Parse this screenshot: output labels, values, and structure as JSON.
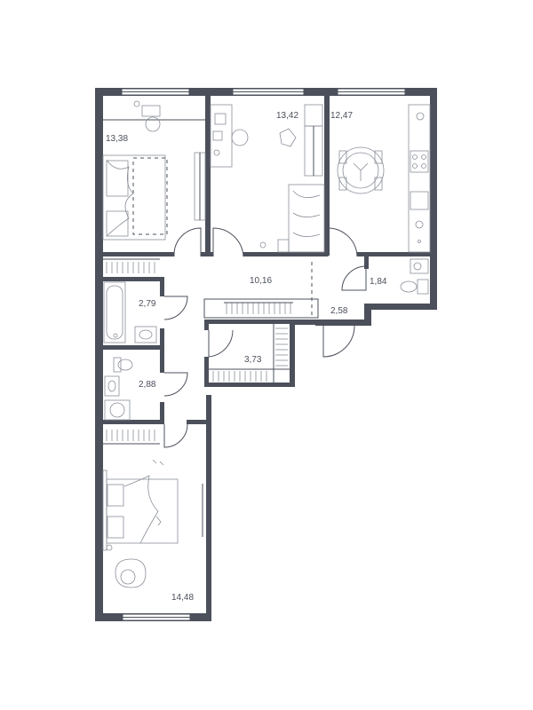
{
  "rooms": {
    "bedroom_top_left": "13,38",
    "bedroom_top_middle": "13,42",
    "kitchen": "12,47",
    "hallway": "10,16",
    "bathroom_small": "1,84",
    "bathroom": "2,79",
    "wc": "2,88",
    "storage": "3,73",
    "entrance": "2,58",
    "bedroom_bottom": "14,48"
  }
}
